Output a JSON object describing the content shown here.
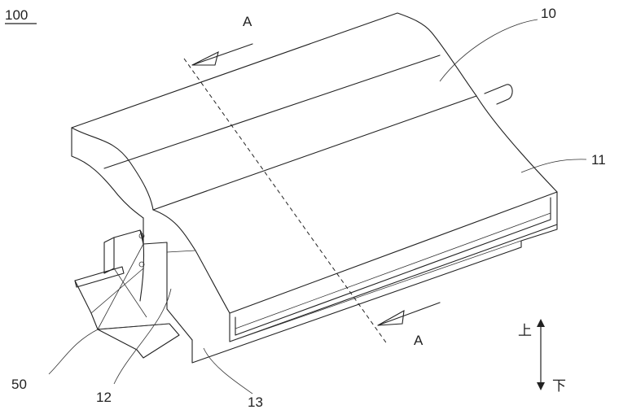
{
  "figure": {
    "figure_number": "100",
    "section_labels": [
      "A",
      "A"
    ],
    "direction_up": "上",
    "direction_down": "下",
    "callouts": {
      "c10": "10",
      "c11": "11",
      "c12": "12",
      "c13": "13",
      "c50": "50"
    }
  }
}
